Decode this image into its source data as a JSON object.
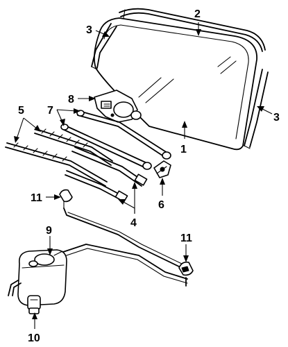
{
  "callouts": {
    "c1": "1",
    "c2": "2",
    "c3a": "3",
    "c3b": "3",
    "c4": "4",
    "c5": "5",
    "c6": "6",
    "c7": "7",
    "c8": "8",
    "c9": "9",
    "c10": "10",
    "c11a": "11",
    "c11b": "11"
  }
}
